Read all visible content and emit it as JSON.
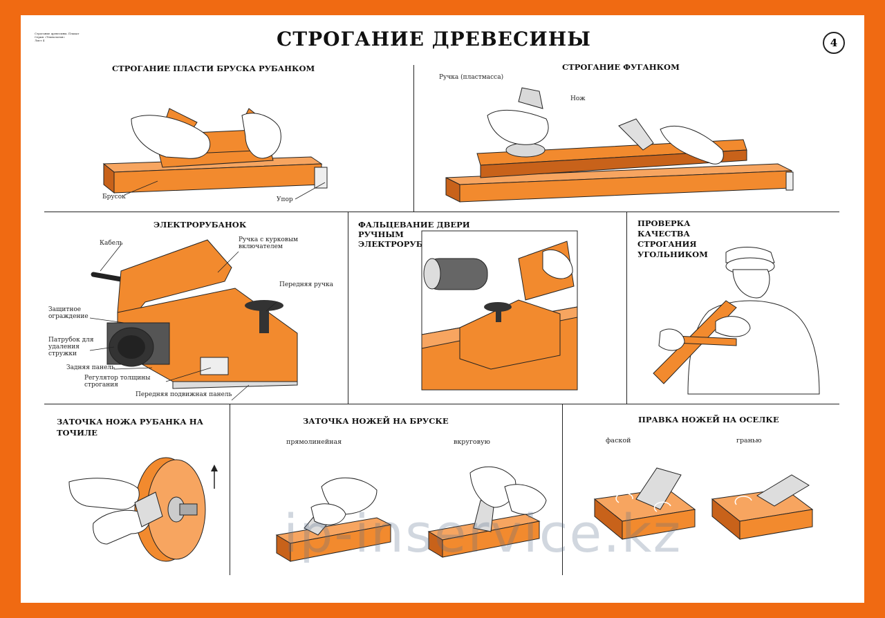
{
  "poster": {
    "header_small": [
      "Строгание древесины. Плакат",
      "Серия «Технология»",
      "Лист 4"
    ],
    "title": "СТРОГАНИЕ ДРЕВЕСИНЫ",
    "number": "4"
  },
  "sections": {
    "plast": {
      "title": "СТРОГАНИЕ ПЛАСТИ БРУСКА РУБАНКОМ",
      "labels": {
        "brusok": "Брусок",
        "upor": "Упор"
      }
    },
    "fuganok": {
      "title": "СТРОГАНИЕ ФУГАНКОМ",
      "labels": {
        "ruchka": "Ручка (пластмасса)",
        "nozh": "Нож"
      }
    },
    "electro": {
      "title": "ЭЛЕКТРОРУБАНОК",
      "labels": {
        "kabel": "Кабель",
        "ruchka_kurk": "Ручка с курковым включателем",
        "perednyaya_ruchka": "Передняя ручка",
        "zashchitnoe": "Защитное ограждение",
        "patrubok": "Патрубок для удаления стружки",
        "zadnyaya": "Задняя панель",
        "regulyator": "Регулятор толщины строгания",
        "podvizhnaya": "Передняя подвижная панель"
      }
    },
    "falc": {
      "title": "ФАЛЬЦЕВАНИЕ ДВЕРИ РУЧНЫМ ЭЛЕКТРОРУБАНКОМ"
    },
    "proverka": {
      "title": "ПРОВЕРКА КАЧЕСТВА СТРОГАНИЯ УГОЛЬНИКОМ"
    },
    "tochilo": {
      "title": "ЗАТОЧКА НОЖА РУБАНКА НА ТОЧИЛЕ"
    },
    "brusok": {
      "title": "ЗАТОЧКА НОЖЕЙ НА БРУСКЕ",
      "sub_left": "прямолинейная",
      "sub_right": "вкруговую"
    },
    "oselok": {
      "title": "ПРАВКА НОЖЕЙ НА ОСЕЛКЕ",
      "sub_left": "фаской",
      "sub_right": "гранью"
    }
  },
  "watermark": "ip-inservice.kz",
  "colors": {
    "border": "#f06a12",
    "wood": "#f28a2e",
    "wood_dark": "#c8621a",
    "metal": "#d9d9d9"
  }
}
